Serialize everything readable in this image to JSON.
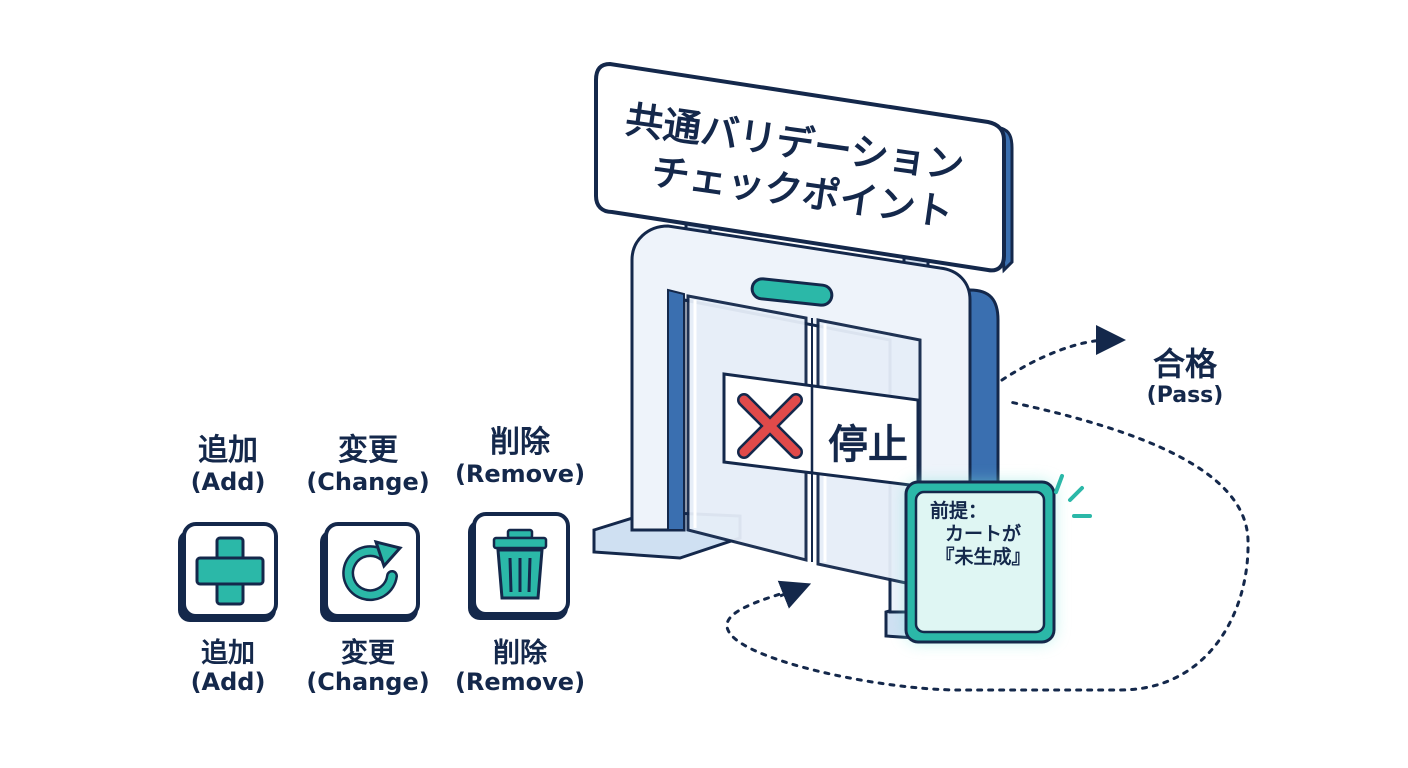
{
  "sign": {
    "line1": "共通バリデーション",
    "line2": "チェックポイント"
  },
  "gate": {
    "stop_label": "停止"
  },
  "pass": {
    "jp": "合格",
    "en": "(Pass)"
  },
  "precondition": {
    "line1": "前提：",
    "line2": "カートが",
    "line3": "『未生成』"
  },
  "operations": [
    {
      "jp": "追加",
      "en": "(Add)",
      "icon": "plus-icon"
    },
    {
      "jp": "変更",
      "en": "(Change)",
      "icon": "refresh-icon"
    },
    {
      "jp": "削除",
      "en": "(Remove)",
      "icon": "trash-icon"
    }
  ],
  "colors": {
    "navy": "#14284b",
    "blue": "#3a6fb0",
    "teal": "#2bb8a8",
    "red": "#e04a4a",
    "light": "#eef3fa"
  }
}
